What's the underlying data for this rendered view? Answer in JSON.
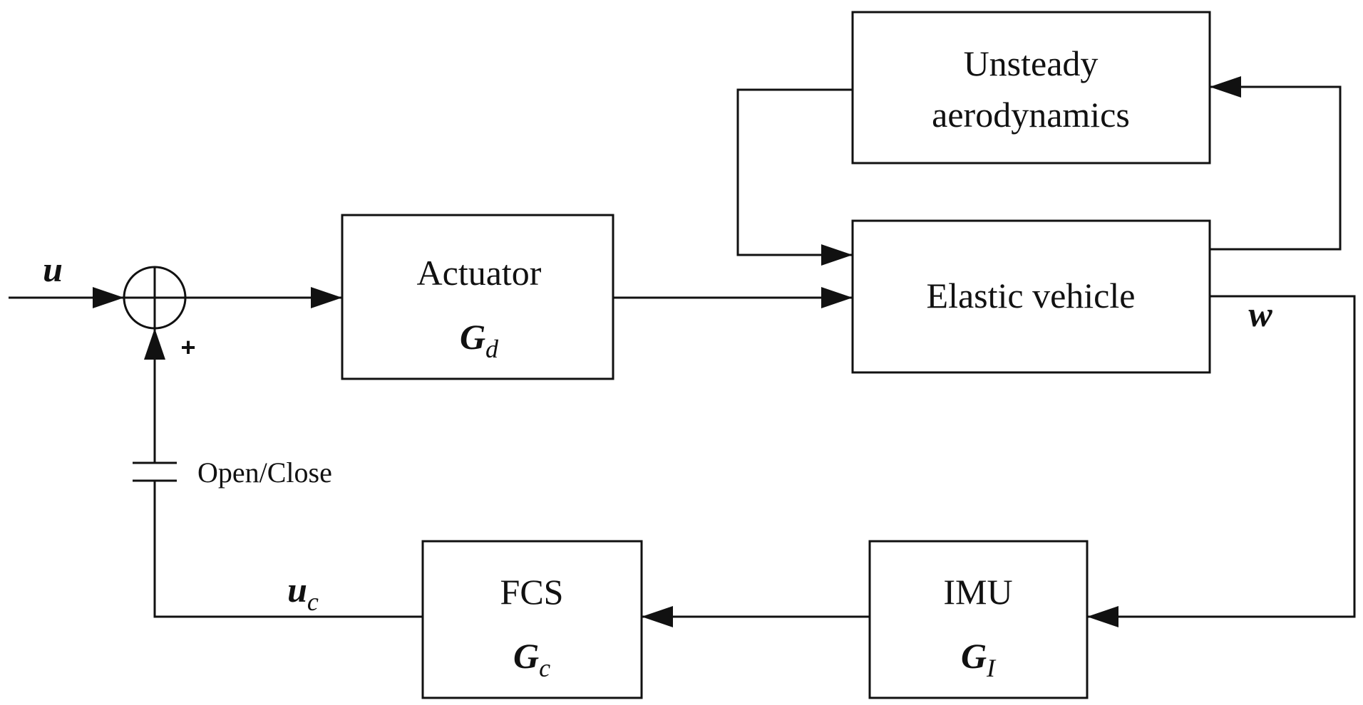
{
  "blocks": {
    "unsteady": {
      "line1": "Unsteady",
      "line2": "aerodynamics"
    },
    "actuator": {
      "title": "Actuator",
      "sym": "G",
      "sub": "d"
    },
    "elastic": {
      "title": "Elastic vehicle"
    },
    "fcs": {
      "title": "FCS",
      "sym": "G",
      "sub": "c"
    },
    "imu": {
      "title": "IMU",
      "sym": "G",
      "sub": "I"
    }
  },
  "signals": {
    "input": "u",
    "output": "w",
    "control": {
      "sym": "u",
      "sub": "c"
    }
  },
  "summing_junction": {
    "sign": "+"
  },
  "switch_label": "Open/Close"
}
